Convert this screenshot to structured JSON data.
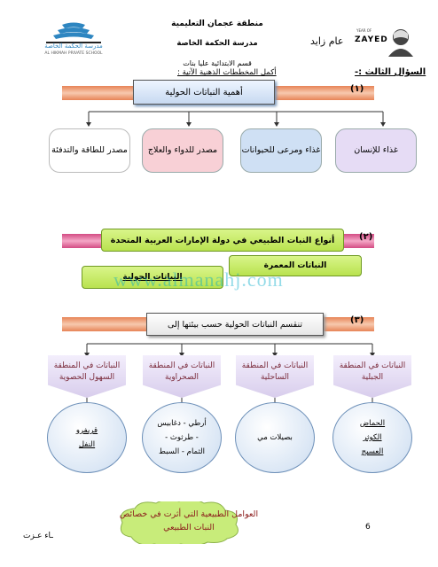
{
  "header": {
    "zone": "منطقة عجمان التعليمية",
    "school": "مدرسة الحكمة الخاصة",
    "department": "قسم الابتدائية عليا بنات",
    "logo_left_caption": "مدرسة الحكمة الخاصة",
    "logo_left_en": "AL HIKMAH PRIVATE SCHOOL",
    "year_of": "YEAR OF",
    "zayed_en": "ZAYED",
    "zayed_ar": "عام زايد"
  },
  "question": {
    "number": "السؤال الثالث :-",
    "instruction": "أكمل المخططات الذهنية الآتية :"
  },
  "section1": {
    "number": "(١)",
    "title": "أهمية النباتات الحولية",
    "items": [
      "غذاء للإنسان",
      "غذاء ومرعى للحيوانات",
      "مصدر للدواء والعلاج",
      "مصدر للطاقة والتدفئة"
    ]
  },
  "section2": {
    "number": "(٢)",
    "title": "أنواع النبات الطبيعي في دولة الإمارات العربية المتحدة",
    "types": [
      "النباتات المعمرة",
      "النباتات الحولية"
    ]
  },
  "section3": {
    "number": "(٣)",
    "title": "تنقسم النباتات الحولية حسب بيئتها إلى",
    "regions": [
      {
        "label": "النباتات في المنطقة الجبلية",
        "plants": [
          "الحماض",
          "الكوثر",
          "العسيج"
        ]
      },
      {
        "label": "النباتات في المنطقة الساحلية",
        "plants": [
          "بصيلات مي"
        ]
      },
      {
        "label": "النباتات في المنطقة الصحراوية",
        "plants": [
          "أرطي - دغابيس",
          "- طرثوث -",
          "الثمام - السبط"
        ]
      },
      {
        "label": "النباتات في المنطقة السهول الحصوية",
        "plants": [
          "قريفرو",
          "النفل"
        ]
      }
    ]
  },
  "bottom": {
    "cloud_text": "العوامل الطبيعية التي أثرت في خصائص النبات الطبيعي",
    "page_number": "6",
    "author": "ـاء عـزت"
  },
  "watermark": "www.almanahj.com",
  "colors": {
    "bar_orange": "#e78457",
    "bar_pink": "#d34c84",
    "node_blue": "#cfe0f4",
    "node_pink": "#f8d0d6",
    "node_lavender": "#e6dcf5",
    "scroll_green": "#c5ea62"
  }
}
